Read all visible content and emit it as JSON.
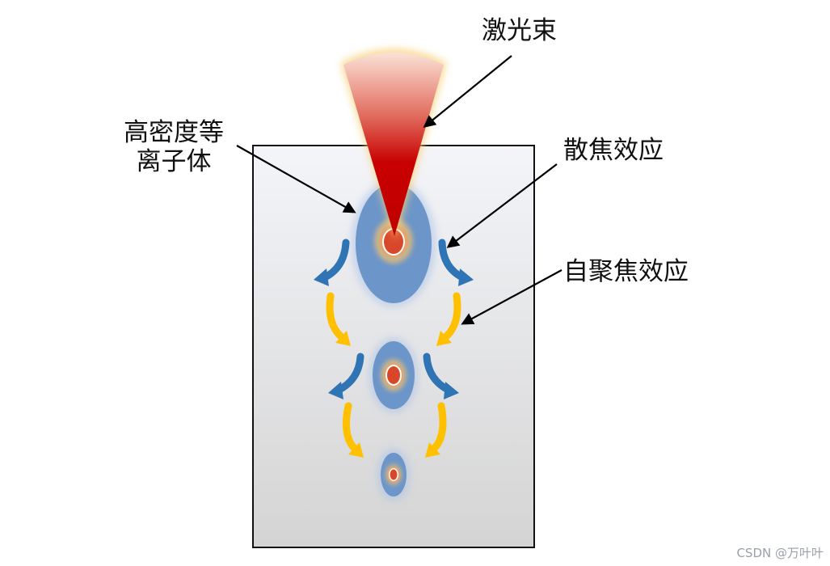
{
  "labels": {
    "laser_beam": "激光束",
    "plasma": "高密度等离子体",
    "defocusing": "散焦效应",
    "self_focusing": "自聚焦效应"
  },
  "watermark": "CSDN @万叶叶",
  "colors": {
    "laser_core": "#c00000",
    "laser_glow": "#f7d17a",
    "plasma_blue": "#6b96c9",
    "defocus_arrow": "#2f74b5",
    "self_focus_arrow": "#ffc000",
    "medium_top": "#f4f5f8",
    "medium_bottom": "#d5d5d5"
  }
}
